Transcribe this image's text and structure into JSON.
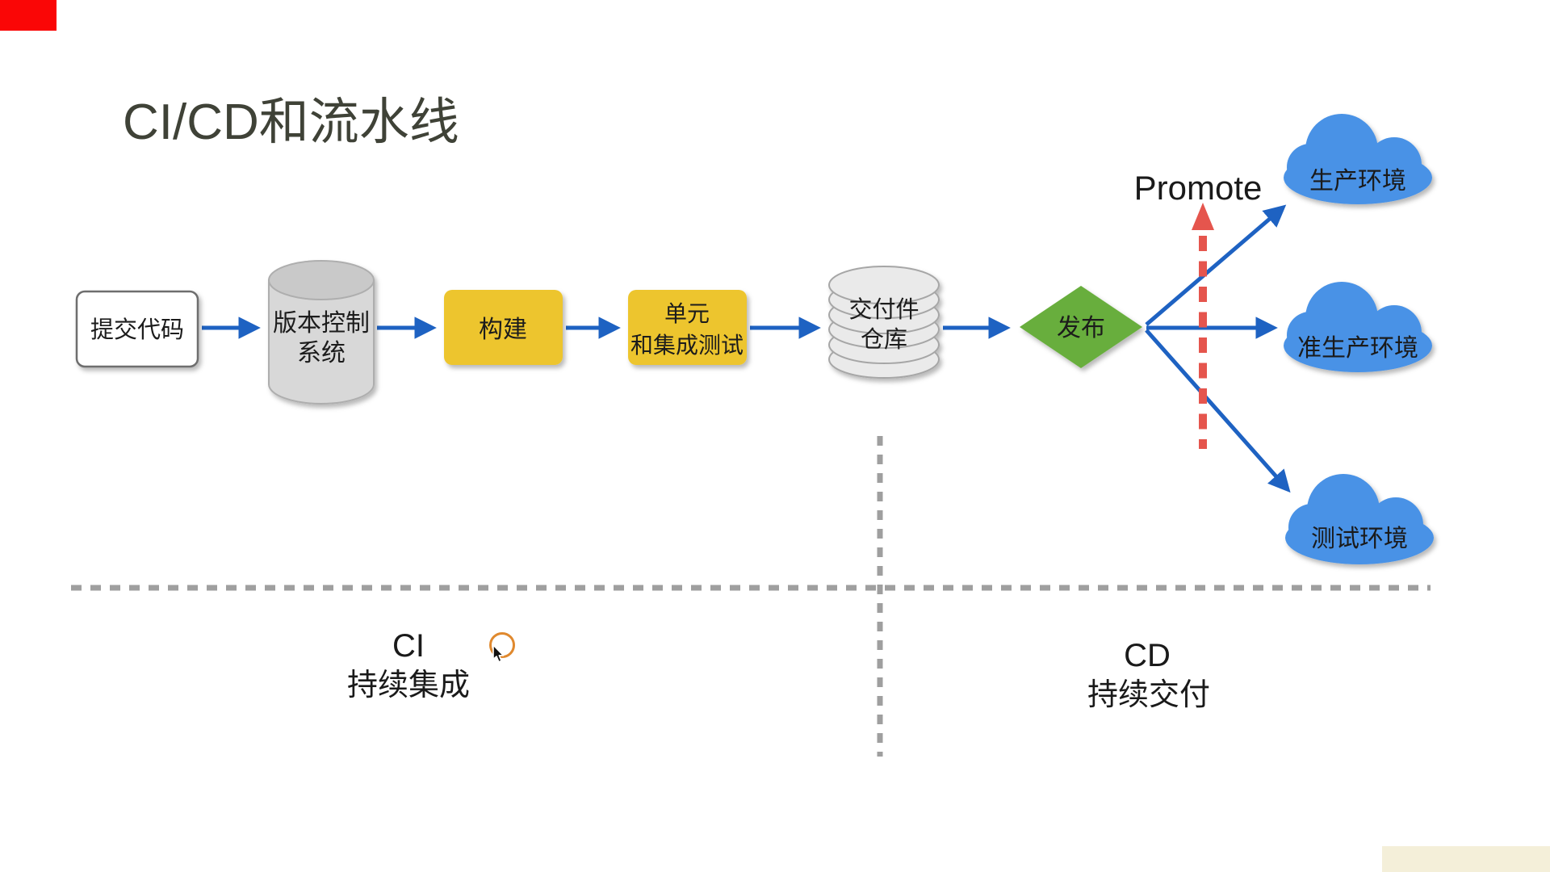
{
  "slide": {
    "title": "CI/CD和流水线"
  },
  "pipeline": {
    "commit": "提交代码",
    "vcs_line1": "版本控制",
    "vcs_line2": "系统",
    "build": "构建",
    "test_line1": "单元",
    "test_line2": "和集成测试",
    "repo_line1": "交付件",
    "repo_line2": "仓库",
    "release": "发布"
  },
  "environments": {
    "production": "生产环境",
    "staging": "准生产环境",
    "testing": "测试环境"
  },
  "annotations": {
    "promote": "Promote",
    "ci_abbr": "CI",
    "ci_name": "持续集成",
    "cd_abbr": "CD",
    "cd_name": "持续交付"
  },
  "icons": {
    "cursor": "mouse-cursor-icon",
    "click_highlight": "click-highlight-circle"
  },
  "colors": {
    "title_text": "#3f4237",
    "node_text": "#1a1a1a",
    "flow_arrow_blue": "#1e62c2",
    "promote_arrow_red": "#e5554d",
    "node_yellow": "#edc52f",
    "release_green": "#68ae3c",
    "cloud_blue": "#4a92e6",
    "divider_gray": "#9f9f9f",
    "cylinder_gray": "#d8d8d8",
    "corner_mark_red": "#fa0606",
    "bottom_bar_cream": "#f4efd9",
    "click_ring_orange": "#e0892e"
  }
}
